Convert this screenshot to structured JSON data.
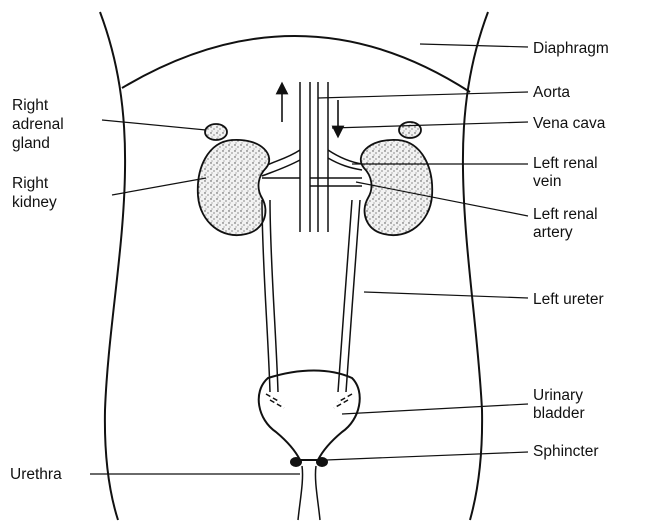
{
  "labels": {
    "diaphragm": "Diaphragm",
    "aorta": "Aorta",
    "vena_cava": "Vena cava",
    "left_renal_vein": [
      "Left renal",
      "vein"
    ],
    "left_renal_artery": [
      "Left renal",
      "artery"
    ],
    "left_ureter": "Left ureter",
    "urinary_bladder": [
      "Urinary",
      "bladder"
    ],
    "sphincter": "Sphincter",
    "urethra": "Urethra",
    "right_adrenal_gland": [
      "Right",
      "adrenal",
      "gland"
    ],
    "right_kidney": [
      "Right",
      "kidney"
    ]
  }
}
